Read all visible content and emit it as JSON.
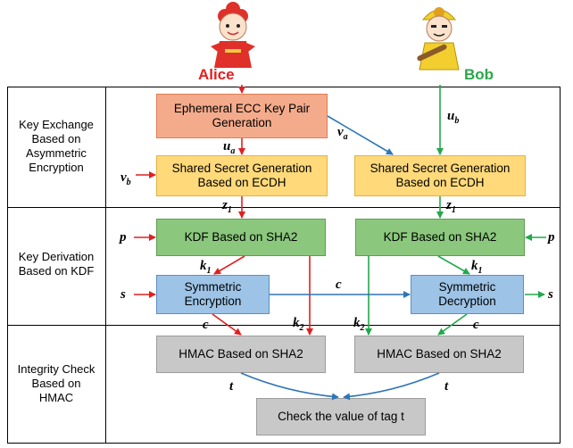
{
  "actors": {
    "alice": {
      "name": "Alice",
      "color": "#e02020"
    },
    "bob": {
      "name": "Bob",
      "color": "#2aa84a"
    }
  },
  "rows": [
    {
      "label": "Key Exchange\nBased on\nAsymmetric\nEncryption"
    },
    {
      "label": "Key Derivation\nBased on KDF"
    },
    {
      "label": "Integrity Check\nBased on\nHMAC"
    }
  ],
  "boxes": {
    "ephemeral": "Ephemeral ECC Key Pair\nGeneration",
    "ssg_alice": "Shared Secret Generation\nBased on ECDH",
    "ssg_bob": "Shared Secret Generation\nBased on ECDH",
    "kdf_alice": "KDF Based on SHA2",
    "kdf_bob": "KDF Based on SHA2",
    "sym_enc": "Symmetric\nEncryption",
    "sym_dec": "Symmetric\nDecryption",
    "hmac_alice": "HMAC Based on SHA2",
    "hmac_bob": "HMAC Based on SHA2",
    "check": "Check the value of tag t"
  },
  "vars": {
    "u_a": "u",
    "u_a_sub": "a",
    "v_a": "v",
    "v_a_sub": "a",
    "v_b": "v",
    "v_b_sub": "b",
    "u_b": "u",
    "u_b_sub": "b",
    "z1_alice": "z",
    "z1_alice_sub": "1",
    "z1_bob": "z",
    "z1_bob_sub": "1",
    "p_alice": "p",
    "p_bob": "p",
    "k1_alice": "k",
    "k1_alice_sub": "1",
    "k1_bob": "k",
    "k1_bob_sub": "1",
    "s_alice": "s",
    "s_bob": "s",
    "c_mid": "c",
    "c_alice": "c",
    "c_bob": "c",
    "k2_alice": "k",
    "k2_alice_sub": "2",
    "k2_bob": "k",
    "k2_bob_sub": "2",
    "t_alice": "t",
    "t_bob": "t"
  },
  "colors": {
    "red": "#e02020",
    "green": "#22a84a",
    "blue": "#2e75b6"
  }
}
